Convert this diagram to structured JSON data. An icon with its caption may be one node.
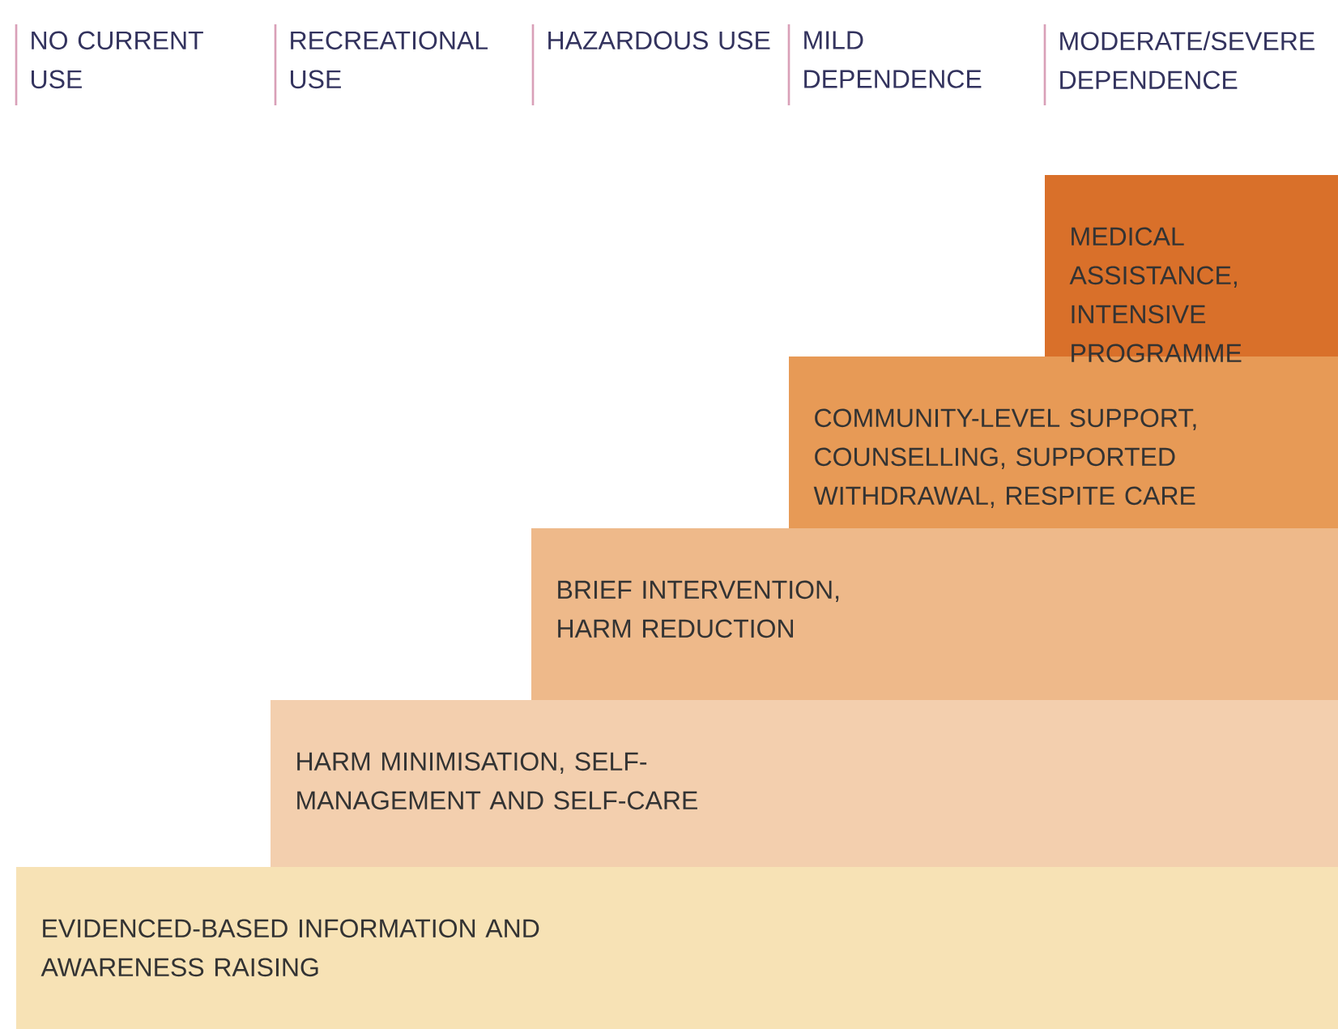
{
  "diagram": {
    "nodes": [
      {
        "text": [
          "EVIDENCED-BASED INFORMATION AND AWARENESS RAISING"
        ]
      },
      {
        "text": [
          "HARM MINIMISATION, SELF-MANAGEMENT AND SELF-CARE"
        ]
      },
      {
        "text": [
          "BRIEF INTERVENTION, HARM REDUCTION"
        ]
      },
      {
        "text": [
          "COMMUNITY-LEVEL SUPPORT, COUNSELLING, SUPPORTED WITHDRAWAL, RESPITE CARE"
        ]
      },
      {
        "text": [
          "MEDICAL ASSISTANCE, INTENSIVE PROGRAMME"
        ]
      }
    ],
    "labels": [
      "NO CURRENT USE",
      "RECREATIONAL USE",
      "HAZARDOUS USE",
      "MILD DEPENDENCE",
      "MODERATE/SEVERE DEPENDENCE"
    ]
  }
}
